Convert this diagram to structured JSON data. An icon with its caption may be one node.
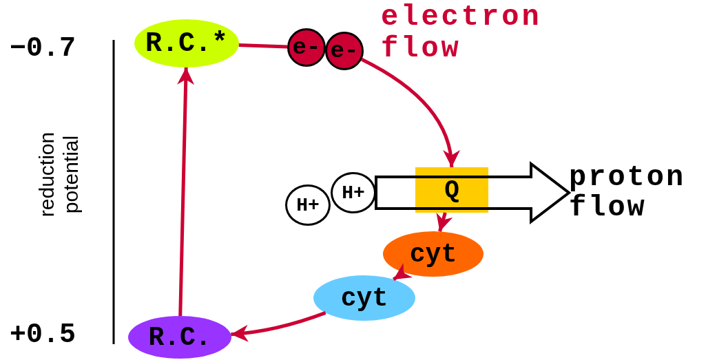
{
  "diagram": {
    "nodes": [
      {
        "text": [
          "R.C.*"
        ]
      },
      {
        "text": [
          "e-"
        ]
      },
      {
        "text": [
          "e-"
        ]
      },
      {
        "text": [
          "Q"
        ]
      },
      {
        "text": [
          "cyt"
        ]
      },
      {
        "text": [
          "cyt"
        ]
      },
      {
        "text": [
          "R.C."
        ]
      },
      {
        "text": [
          "H+"
        ]
      },
      {
        "text": [
          "H+"
        ]
      },
      {
        "text": [
          "proton flow"
        ]
      }
    ],
    "edges": [
      {
        "from": 0,
        "to": 1,
        "arrow": "none"
      },
      {
        "from": 2,
        "to": 3,
        "arrow": "to"
      },
      {
        "from": 3,
        "to": 4,
        "arrow": "to"
      },
      {
        "from": 4,
        "to": 5,
        "arrow": "to"
      },
      {
        "from": 5,
        "to": 6,
        "arrow": "to"
      },
      {
        "from": 6,
        "to": 0,
        "arrow": "to"
      },
      {
        "from": 8,
        "to": 9,
        "arrow": "to",
        "style": "thick",
        "color": "#000000"
      }
    ],
    "labels": [
      "electron flow",
      "−0.7",
      "reduction potential",
      "+0.5"
    ]
  }
}
